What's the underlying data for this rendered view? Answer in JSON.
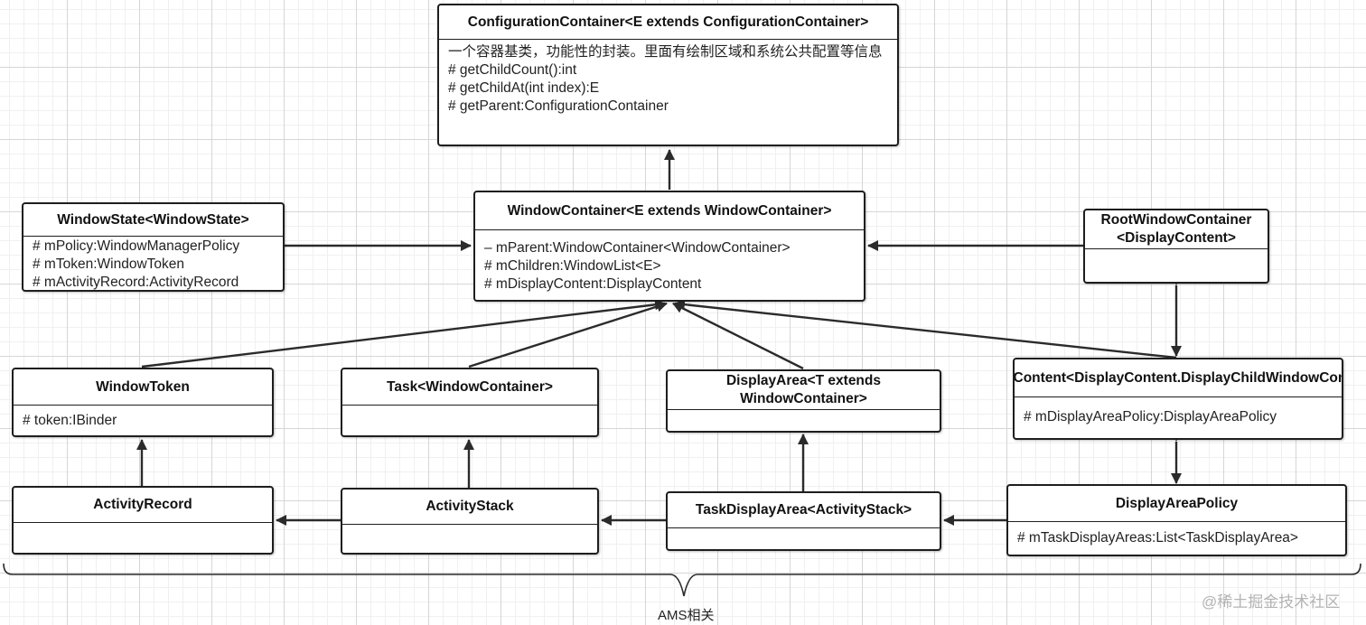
{
  "nodes": {
    "configuration_container": {
      "title": "ConfigurationContainer<E extends ConfigurationContainer>",
      "members": [
        "一个容器基类，功能性的封装。里面有绘制区域和系统公共配置等信息",
        "# getChildCount():int",
        "# getChildAt(int index):E",
        "# getParent:ConfigurationContainer"
      ]
    },
    "window_container": {
      "title": "WindowContainer<E extends WindowContainer>",
      "members": [
        "– mParent:WindowContainer<WindowContainer>",
        "# mChildren:WindowList<E>",
        "# mDisplayContent:DisplayContent"
      ]
    },
    "window_state": {
      "title": "WindowState<WindowState>",
      "members": [
        "# mPolicy:WindowManagerPolicy",
        "# mToken:WindowToken",
        "# mActivityRecord:ActivityRecord"
      ]
    },
    "root_window_container": {
      "title": "RootWindowContainer <DisplayContent>",
      "members": []
    },
    "window_token": {
      "title": "WindowToken",
      "members": [
        "# token:IBinder"
      ]
    },
    "task": {
      "title": "Task<WindowContainer>",
      "members": []
    },
    "display_area": {
      "title": "DisplayArea<T extends WindowContainer>",
      "members": []
    },
    "display_content": {
      "title": "DisplayContent<DisplayContent.DisplayChildWindowContainer>",
      "members": [
        "# mDisplayAreaPolicy:DisplayAreaPolicy"
      ]
    },
    "activity_record": {
      "title": "ActivityRecord",
      "members": []
    },
    "activity_stack": {
      "title": "ActivityStack",
      "members": []
    },
    "task_display_area": {
      "title": "TaskDisplayArea<ActivityStack>",
      "members": []
    },
    "display_area_policy": {
      "title": "DisplayAreaPolicy",
      "members": [
        "# mTaskDisplayAreas:List<TaskDisplayArea>"
      ]
    }
  },
  "edges": [
    {
      "from": "window_container",
      "to": "configuration_container",
      "type": "arrow"
    },
    {
      "from": "window_state",
      "to": "window_container",
      "type": "arrow"
    },
    {
      "from": "root_window_container",
      "to": "window_container",
      "type": "arrow"
    },
    {
      "from": "window_token",
      "to": "window_container",
      "type": "arrow"
    },
    {
      "from": "task",
      "to": "window_container",
      "type": "arrow"
    },
    {
      "from": "display_area",
      "to": "window_container",
      "type": "arrow"
    },
    {
      "from": "display_content",
      "to": "window_container",
      "type": "arrow"
    },
    {
      "from": "activity_record",
      "to": "window_token",
      "type": "arrow"
    },
    {
      "from": "activity_stack",
      "to": "task",
      "type": "arrow"
    },
    {
      "from": "task_display_area",
      "to": "display_area",
      "type": "arrow"
    },
    {
      "from": "root_window_container",
      "to": "display_content",
      "type": "composition"
    },
    {
      "from": "display_content",
      "to": "display_area_policy",
      "type": "composition"
    },
    {
      "from": "activity_stack",
      "to": "activity_record",
      "type": "composition"
    },
    {
      "from": "task_display_area",
      "to": "activity_stack",
      "type": "composition"
    },
    {
      "from": "display_area_policy",
      "to": "task_display_area",
      "type": "composition"
    }
  ],
  "brace_label": "AMS相关",
  "watermark": "@稀土掘金技术社区",
  "colors": {
    "line": "#2b2b2b",
    "border": "#1e1e1e"
  }
}
